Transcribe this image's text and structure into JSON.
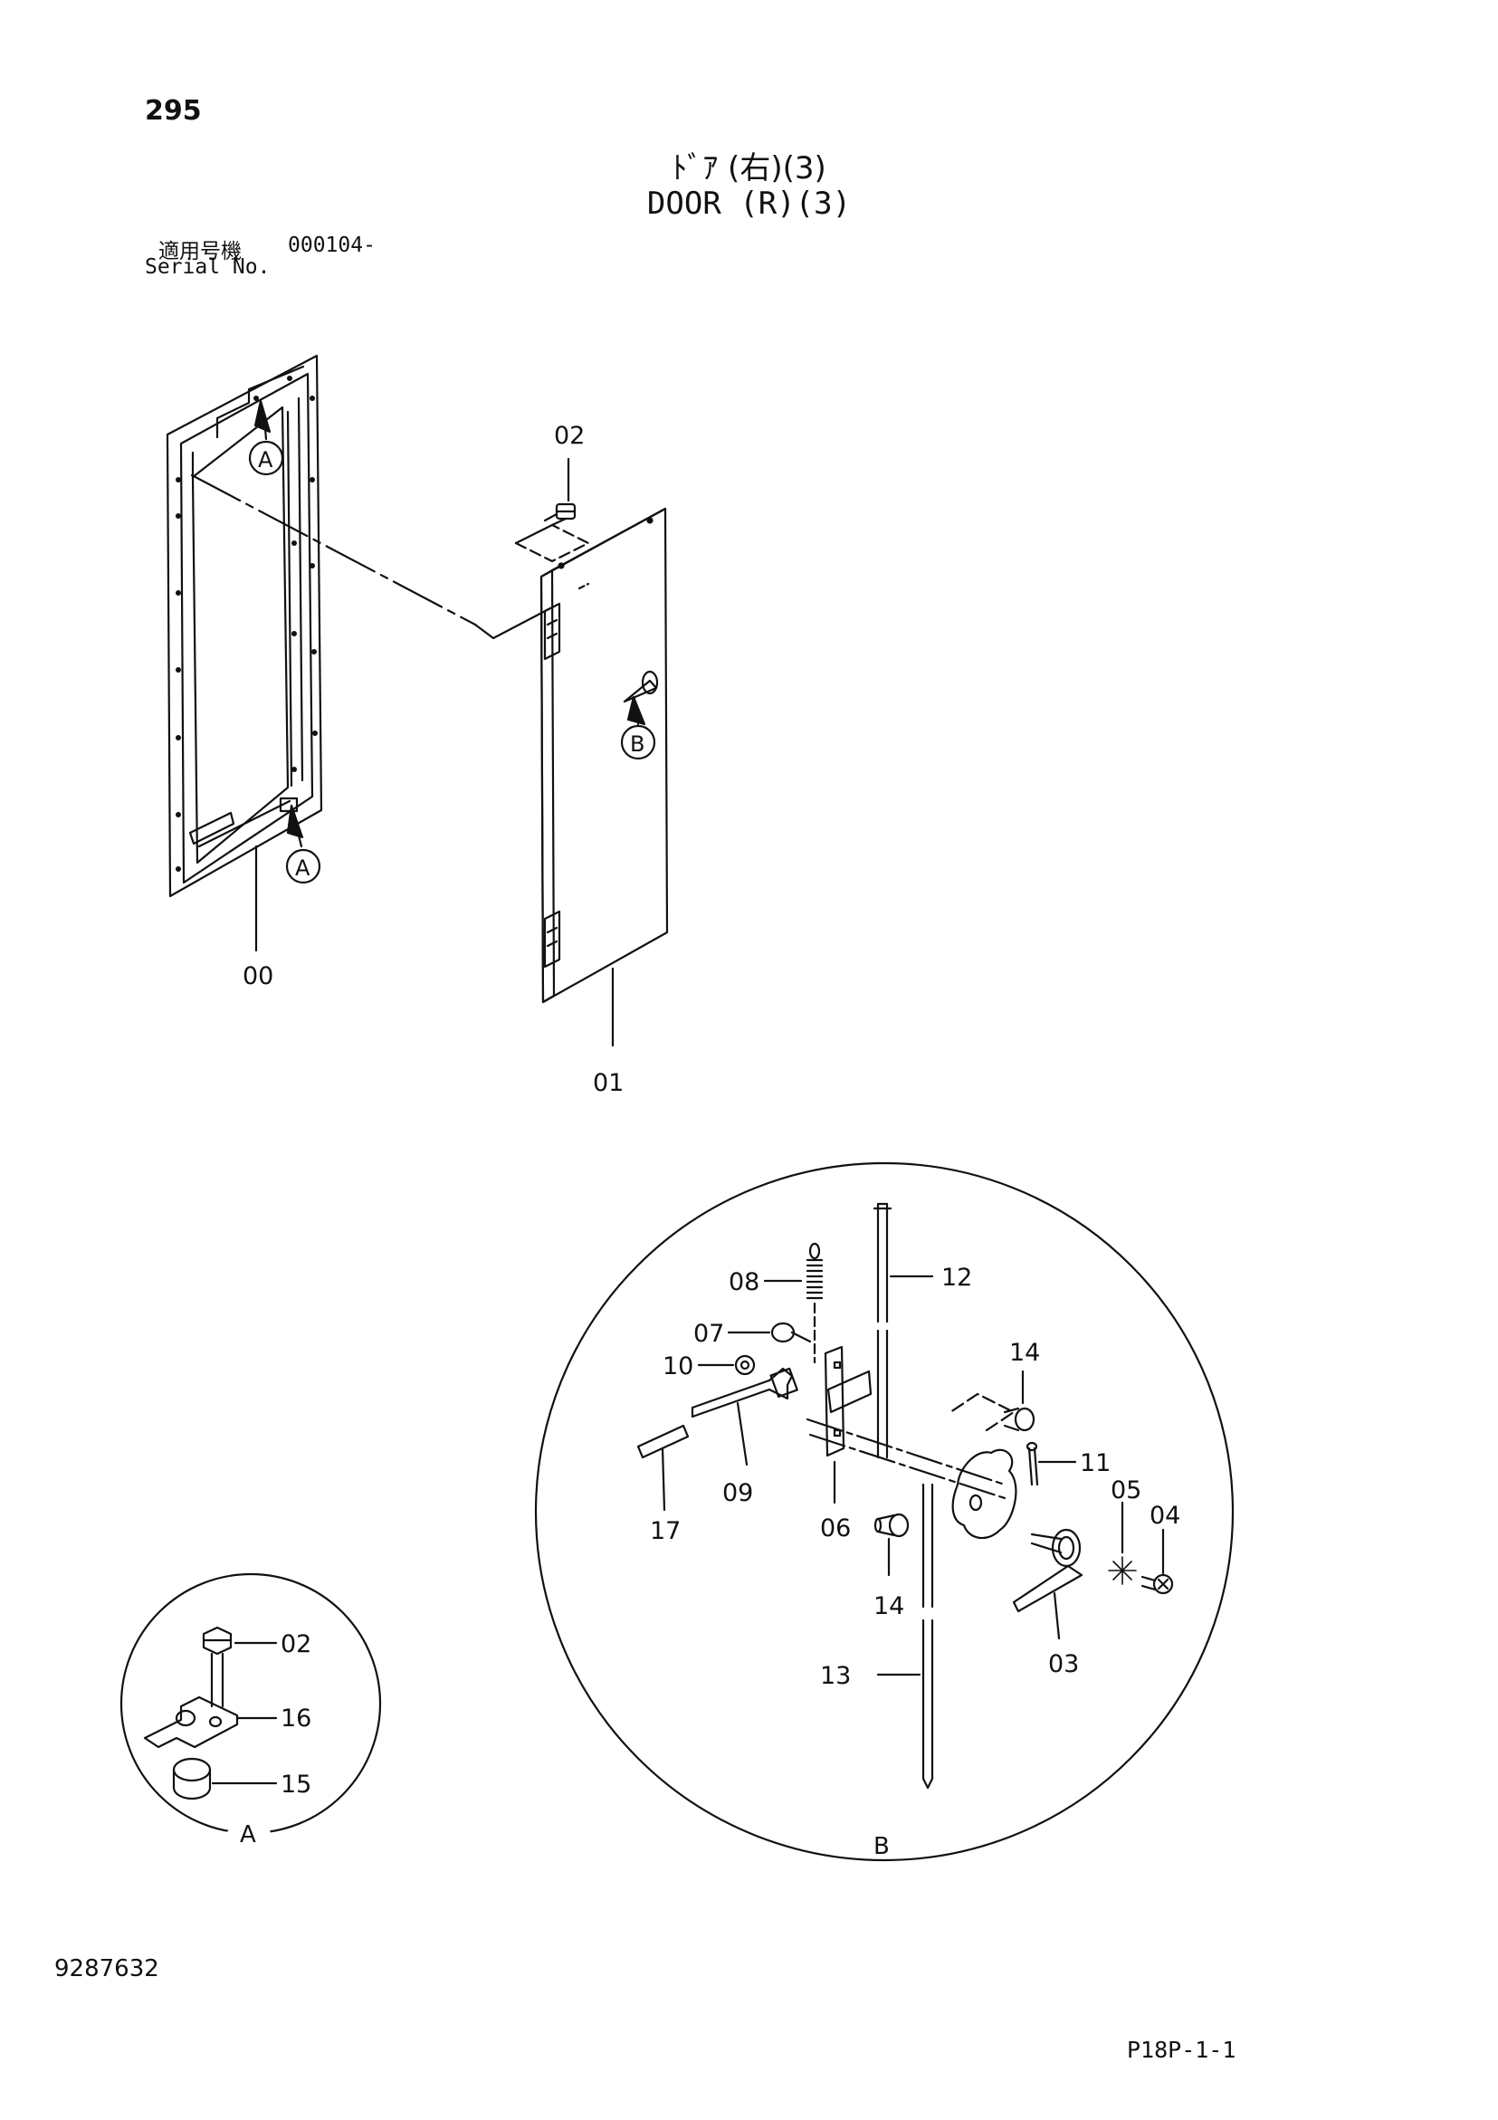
{
  "header": {
    "page_number": "295",
    "title_jp": "ﾄﾞｱ (右)(3)",
    "title_en": "DOOR (R)(3)",
    "serial_label_jp": "適用号機",
    "serial_number": "000104-",
    "serial_label_en": "Serial No."
  },
  "footer": {
    "drawing_number": "9287632",
    "sheet_code": "P18P-1-1"
  },
  "callouts": {
    "frame": "00",
    "door": "01",
    "bolt_top": "02",
    "view_ref_a_top": "A",
    "view_ref_a_bottom": "A",
    "view_ref_b": "B",
    "detail_b": {
      "spring": "08",
      "bolt": "07",
      "washer": "10",
      "rod_upper": "12",
      "pin_upper": "14",
      "cotter_pin": "11",
      "washer_lock": "05",
      "screw": "04",
      "lever": "09",
      "pad": "17",
      "bracket": "06",
      "pin_lower": "14",
      "handle": "03",
      "rod_lower": "13",
      "view_label": "B"
    },
    "detail_a": {
      "bolt": "02",
      "bracket": "16",
      "spacer": "15",
      "view_label": "A"
    }
  },
  "colors": {
    "line": "#111111",
    "background": "#ffffff"
  }
}
